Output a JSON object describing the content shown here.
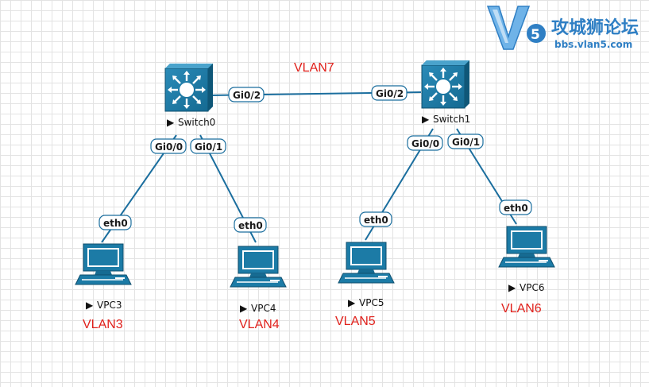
{
  "colors": {
    "link": "#1b6e9e",
    "device_fill": "#1c7ba6",
    "vlan_text": "#e0201b",
    "logo": "#2f7fc4"
  },
  "logo": {
    "mark": "V5",
    "title": "攻城狮论坛",
    "url": "bbs.vlan5.com"
  },
  "nodes": {
    "switch0": {
      "label": "Switch0",
      "icon": "multilayer-switch-icon"
    },
    "switch1": {
      "label": "Switch1",
      "icon": "multilayer-switch-icon"
    },
    "vpc3": {
      "label": "VPC3",
      "icon": "pc-icon"
    },
    "vpc4": {
      "label": "VPC4",
      "icon": "pc-icon"
    },
    "vpc5": {
      "label": "VPC5",
      "icon": "pc-icon"
    },
    "vpc6": {
      "label": "VPC6",
      "icon": "pc-icon"
    }
  },
  "ports": {
    "sw0_gi02": "Gi0/2",
    "sw1_gi02": "Gi0/2",
    "sw0_gi00": "Gi0/0",
    "sw0_gi01": "Gi0/1",
    "sw1_gi00": "Gi0/0",
    "sw1_gi01": "Gi0/1",
    "vpc3_eth0": "eth0",
    "vpc4_eth0": "eth0",
    "vpc5_eth0": "eth0",
    "vpc6_eth0": "eth0"
  },
  "vlans": {
    "trunk": "VLAN7",
    "vpc3": "VLAN3",
    "vpc4": "VLAN4",
    "vpc5": "VLAN5",
    "vpc6": "VLAN6"
  }
}
